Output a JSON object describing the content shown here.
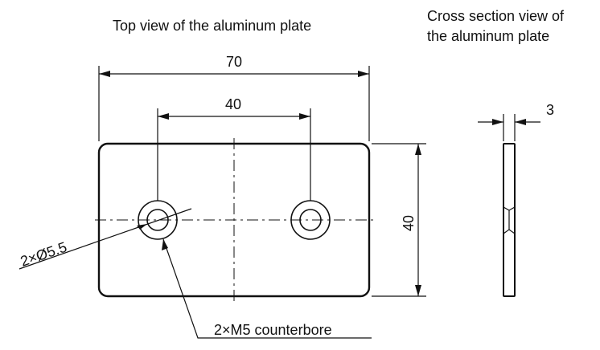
{
  "titles": {
    "top_view": "Top view of the aluminum plate",
    "cross_section_line1": "Cross section view of",
    "cross_section_line2": "the aluminum plate"
  },
  "dimensions": {
    "overall_width": "70",
    "hole_spacing": "40",
    "height": "40",
    "thickness": "3"
  },
  "callouts": {
    "hole_diameter": "2×Ø5.5",
    "counterbore": "2×M5 counterbore"
  }
}
